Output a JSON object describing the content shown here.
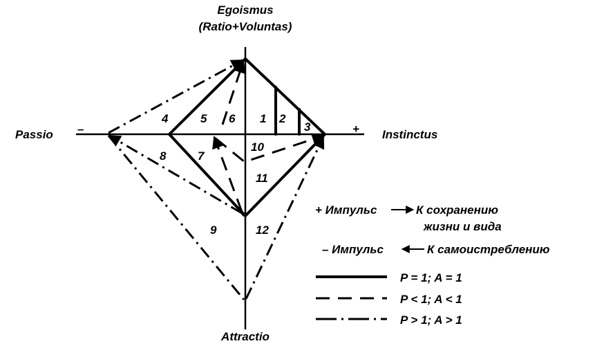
{
  "axes": {
    "top_line1": "Egoismus",
    "top_line2": "(Ratio+Voluntas)",
    "left": "Passio",
    "left_sign": "–",
    "right": "Instinctus",
    "right_sign": "+",
    "bottom": "Attractio"
  },
  "regions": [
    "1",
    "2",
    "3",
    "4",
    "5",
    "6",
    "7",
    "8",
    "9",
    "10",
    "11",
    "12"
  ],
  "legend": {
    "plus_impulse": "+ Импульс",
    "plus_target_line1": "К сохранению",
    "plus_target_line2": "жизни и вида",
    "minus_impulse": "– Импульс",
    "minus_target": "К самоистреблению",
    "solid_label": "P = 1;  A = 1",
    "dashed_label": "P < 1;  A < 1",
    "dashdot_label": "P > 1;  A > 1"
  }
}
